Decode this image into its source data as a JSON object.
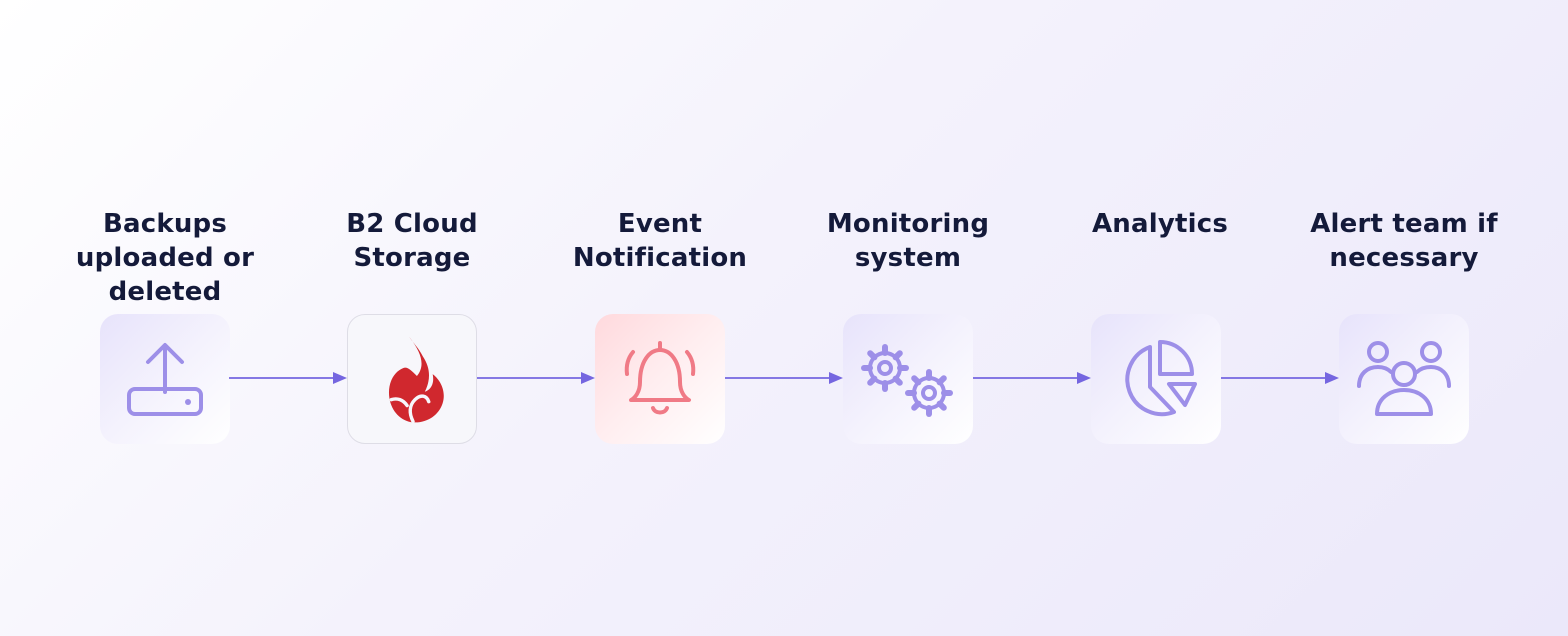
{
  "colors": {
    "accent": "#7566e0",
    "icon_stroke": "#9d8fe8",
    "alert_stroke": "#f07a86",
    "brand_red": "#d0282e",
    "label_text": "#141a3a"
  },
  "steps": [
    {
      "label": "Backups\nuploaded or\ndeleted",
      "icon": "upload-icon"
    },
    {
      "label": "B2 Cloud\nStorage",
      "icon": "flame-logo-icon"
    },
    {
      "label": "Event\nNotification",
      "icon": "bell-icon"
    },
    {
      "label": "Monitoring\nsystem",
      "icon": "gears-icon"
    },
    {
      "label": "Analytics",
      "icon": "pie-chart-icon"
    },
    {
      "label": "Alert team if\nnecessary",
      "icon": "team-icon"
    }
  ]
}
